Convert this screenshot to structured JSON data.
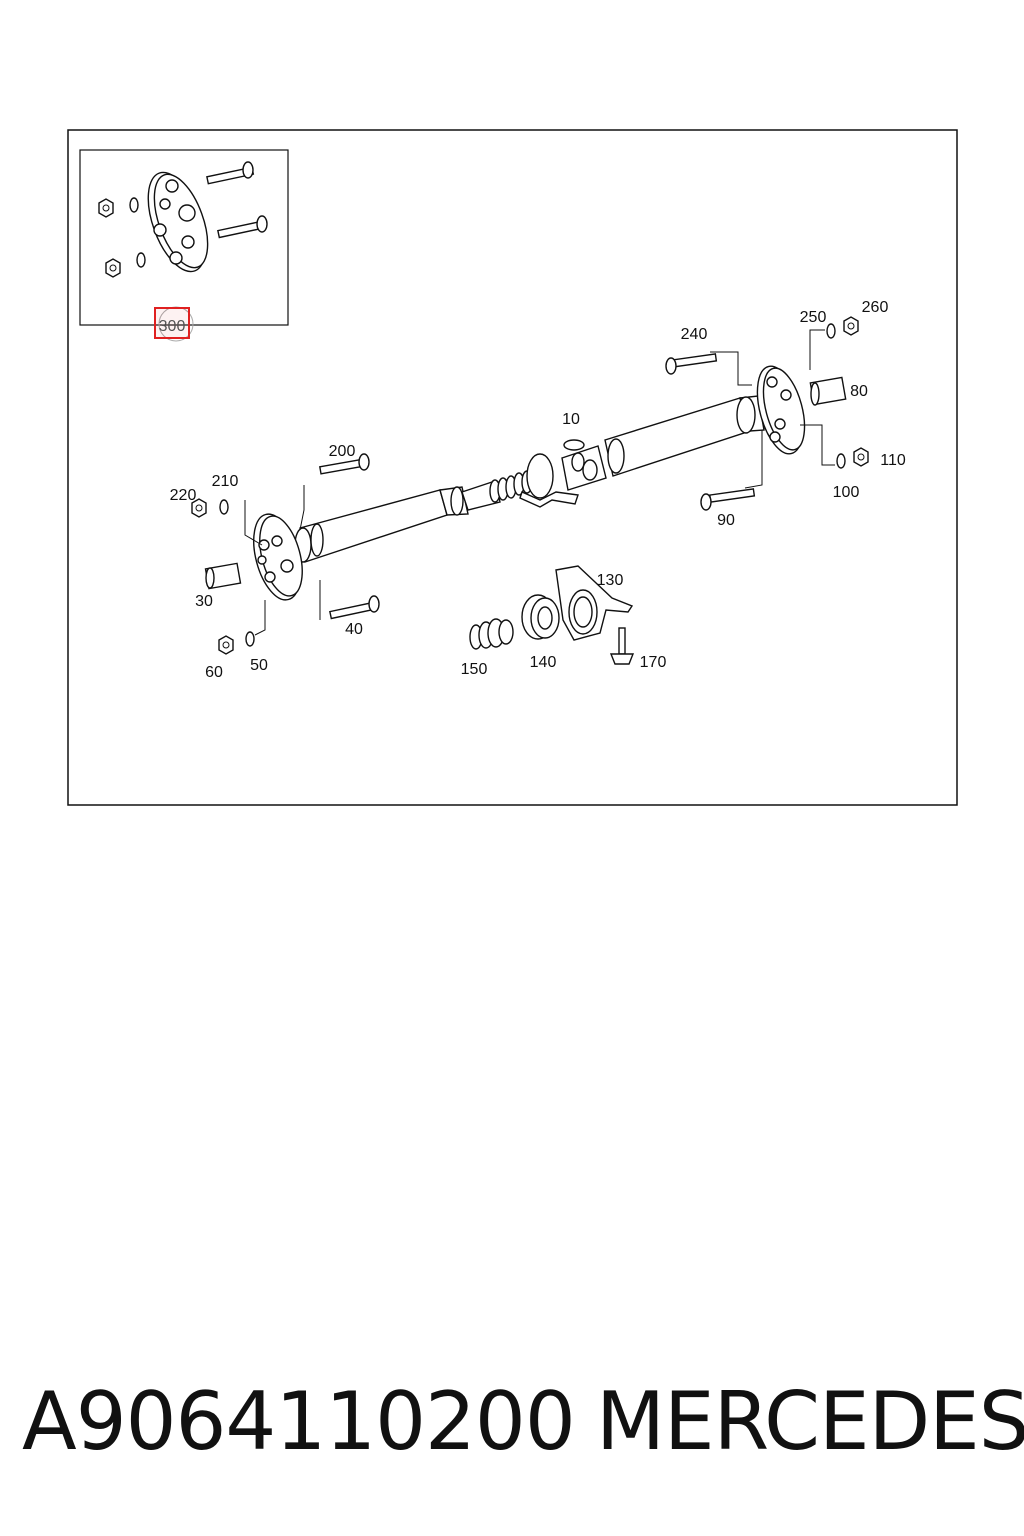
{
  "diagram": {
    "callouts": [
      {
        "id": "300",
        "label": "300",
        "highlighted": true
      },
      {
        "id": "10",
        "label": "10"
      },
      {
        "id": "30",
        "label": "30"
      },
      {
        "id": "40",
        "label": "40"
      },
      {
        "id": "50",
        "label": "50"
      },
      {
        "id": "60",
        "label": "60"
      },
      {
        "id": "80",
        "label": "80"
      },
      {
        "id": "90",
        "label": "90"
      },
      {
        "id": "100",
        "label": "100"
      },
      {
        "id": "110",
        "label": "110"
      },
      {
        "id": "130",
        "label": "130"
      },
      {
        "id": "140",
        "label": "140"
      },
      {
        "id": "150",
        "label": "150"
      },
      {
        "id": "170",
        "label": "170"
      },
      {
        "id": "200",
        "label": "200"
      },
      {
        "id": "210",
        "label": "210"
      },
      {
        "id": "220",
        "label": "220"
      },
      {
        "id": "240",
        "label": "240"
      },
      {
        "id": "250",
        "label": "250"
      },
      {
        "id": "260",
        "label": "260"
      }
    ],
    "highlight_color": "#e02020"
  },
  "caption": {
    "part_number": "A9064110200",
    "brand": "MERCEDES"
  }
}
